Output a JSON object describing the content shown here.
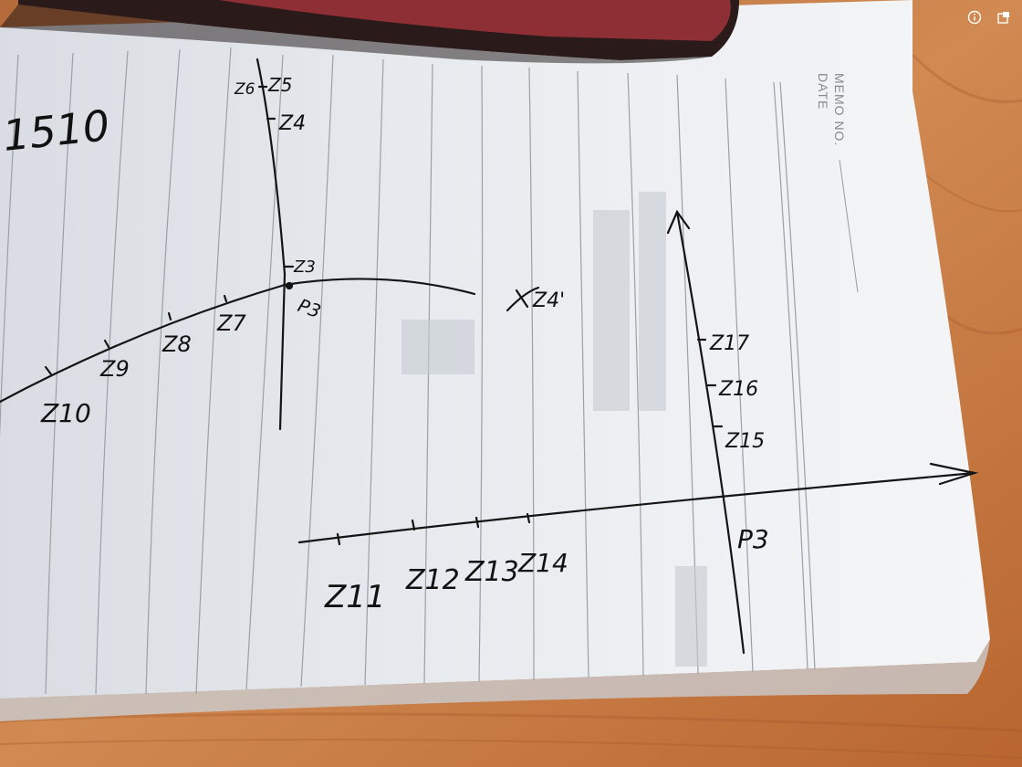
{
  "memo": {
    "memo_no_label": "MEMO NO.",
    "date_label": "DATE"
  },
  "notes": {
    "top_number": "1510",
    "upper_left": {
      "z_labels": [
        "Z6",
        "Z5",
        "Z4",
        "Z3",
        "Z7",
        "Z8",
        "Z9",
        "Z10"
      ],
      "origin_label": "P3"
    },
    "middle_mark": "Z4'",
    "lower_right": {
      "x_labels": [
        "Z11",
        "Z12",
        "Z13",
        "Z14"
      ],
      "y_labels": [
        "Z17",
        "Z16",
        "Z15"
      ],
      "origin_label": "P3"
    }
  },
  "viewer": {
    "icons": [
      "info-icon",
      "window-icon"
    ]
  }
}
